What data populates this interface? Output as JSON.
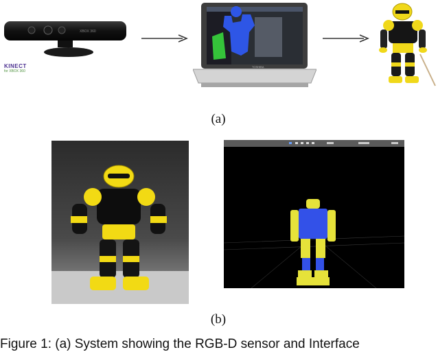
{
  "figure": {
    "sensor_brand": "KINECT",
    "sensor_sub": "for XBOX 360",
    "sensor_device_text": "XBOX 360",
    "laptop_brand": "TOSHIBA",
    "label_a": "(a)",
    "label_b": "(b)",
    "caption": "Figure 1:  (a) System showing the RGB-D sensor and Interface"
  }
}
